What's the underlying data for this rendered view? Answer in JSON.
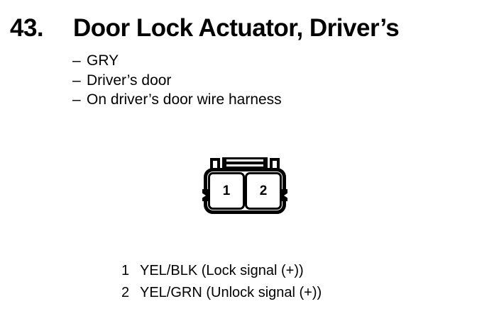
{
  "document": {
    "item_number": "43.",
    "title": "Door Lock Actuator, Driver’s",
    "bullet_char": "–",
    "details": [
      "GRY",
      "Driver’s door",
      "On driver’s door wire harness"
    ]
  },
  "connector": {
    "description": "2-pin connector, front view",
    "pins": [
      "1",
      "2"
    ]
  },
  "legend": {
    "rows": [
      {
        "pin": "1",
        "desc": "YEL/BLK (Lock signal (+))"
      },
      {
        "pin": "2",
        "desc": "YEL/GRN (Unlock signal (+))"
      }
    ]
  },
  "colors": {
    "ink": "#000000",
    "paper": "#ffffff"
  }
}
